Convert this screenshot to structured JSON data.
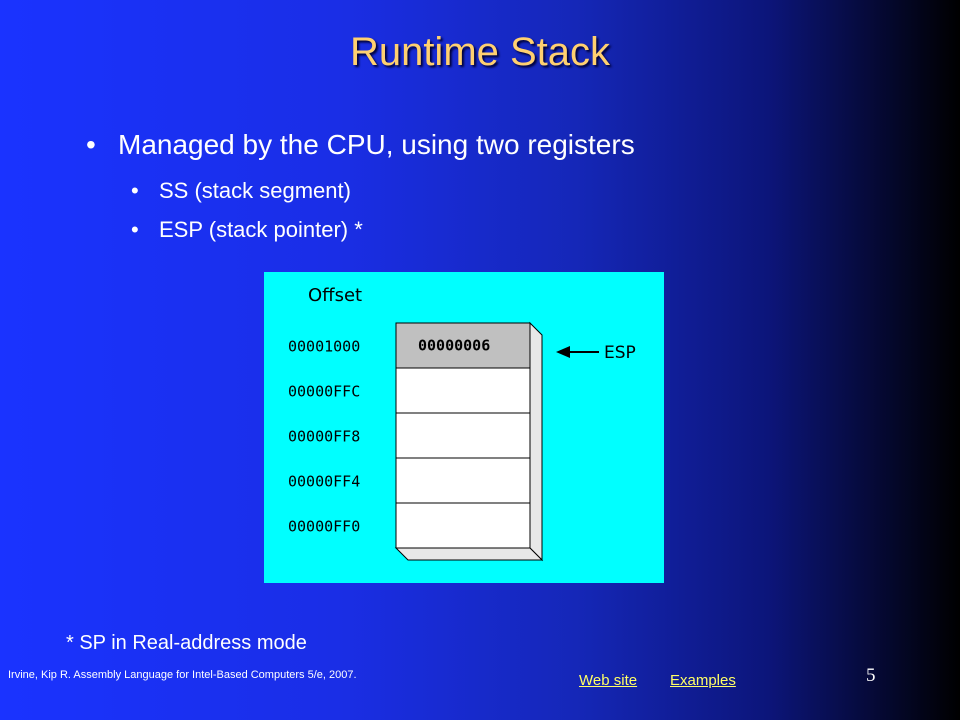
{
  "slide": {
    "title": "Runtime Stack",
    "bullets": [
      {
        "marker": "•",
        "text": "Managed by the CPU, using two registers"
      },
      {
        "marker": "•",
        "text": "SS (stack segment)"
      },
      {
        "marker": "•",
        "text": "ESP (stack pointer) *"
      }
    ],
    "footnote": "* SP in Real-address mode",
    "citation": "Irvine, Kip R. Assembly Language for Intel-Based Computers 5/e, 2007.",
    "links": {
      "web_site": "Web site",
      "examples": "Examples"
    },
    "page_number": "5"
  },
  "diagram": {
    "header": "Offset",
    "pointer_label": "ESP",
    "rows": [
      {
        "offset": "00001000",
        "value": "00000006",
        "highlighted": true
      },
      {
        "offset": "00000FFC",
        "value": "",
        "highlighted": false
      },
      {
        "offset": "00000FF8",
        "value": "",
        "highlighted": false
      },
      {
        "offset": "00000FF4",
        "value": "",
        "highlighted": false
      },
      {
        "offset": "00000FF0",
        "value": "",
        "highlighted": false
      }
    ],
    "colors": {
      "background": "#00ffff",
      "highlight_cell": "#c0c0c0",
      "cell": "#ffffff",
      "side_face": "#e8e8e8"
    }
  }
}
